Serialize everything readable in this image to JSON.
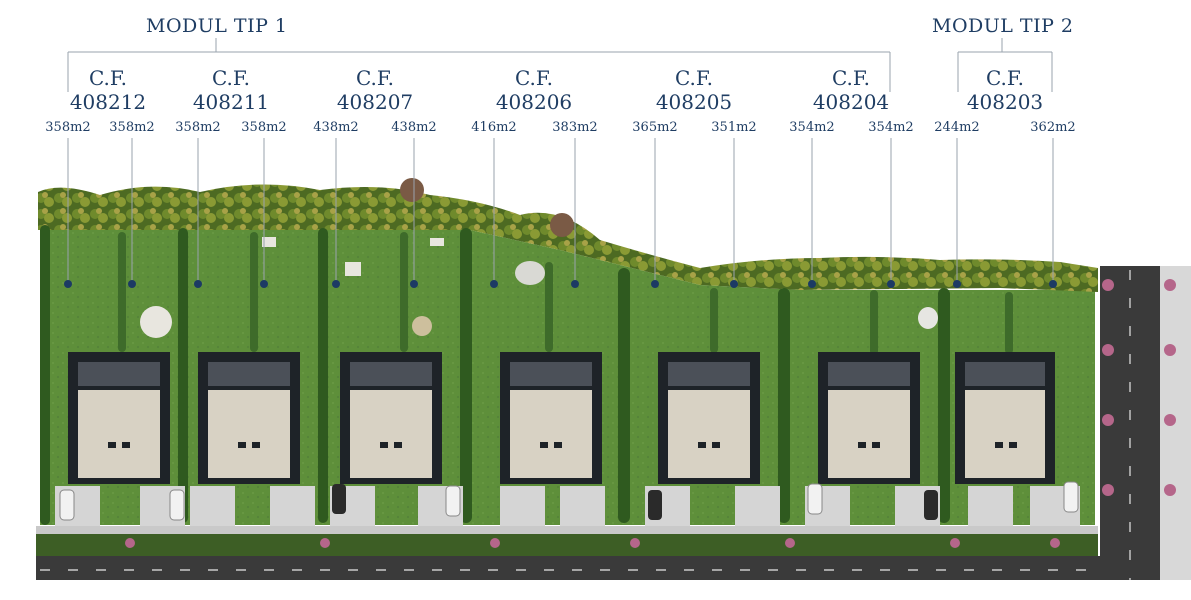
{
  "modules": [
    {
      "label": "MODUL TIP 1"
    },
    {
      "label": "MODUL TIP 2"
    }
  ],
  "lots": [
    {
      "cf": "C.F.",
      "number": "408212",
      "areas": [
        "358m2",
        "358m2"
      ]
    },
    {
      "cf": "C.F.",
      "number": "408211",
      "areas": [
        "358m2",
        "358m2"
      ]
    },
    {
      "cf": "C.F.",
      "number": "408207",
      "areas": [
        "438m2",
        "438m2"
      ]
    },
    {
      "cf": "C.F.",
      "number": "408206",
      "areas": [
        "416m2",
        "383m2"
      ]
    },
    {
      "cf": "C.F.",
      "number": "408205",
      "areas": [
        "365m2",
        "351m2"
      ]
    },
    {
      "cf": "C.F.",
      "number": "408204",
      "areas": [
        "354m2",
        "354m2"
      ]
    },
    {
      "cf": "C.F.",
      "number": "408203",
      "areas": [
        "244m2",
        "362m2"
      ]
    }
  ],
  "colors": {
    "label_text": "#1f3d63",
    "lawn": "#5f8f3a",
    "hedge": "#2f5a1f",
    "house_roof": "#d8d2c4",
    "road": "#3a3a3a"
  }
}
